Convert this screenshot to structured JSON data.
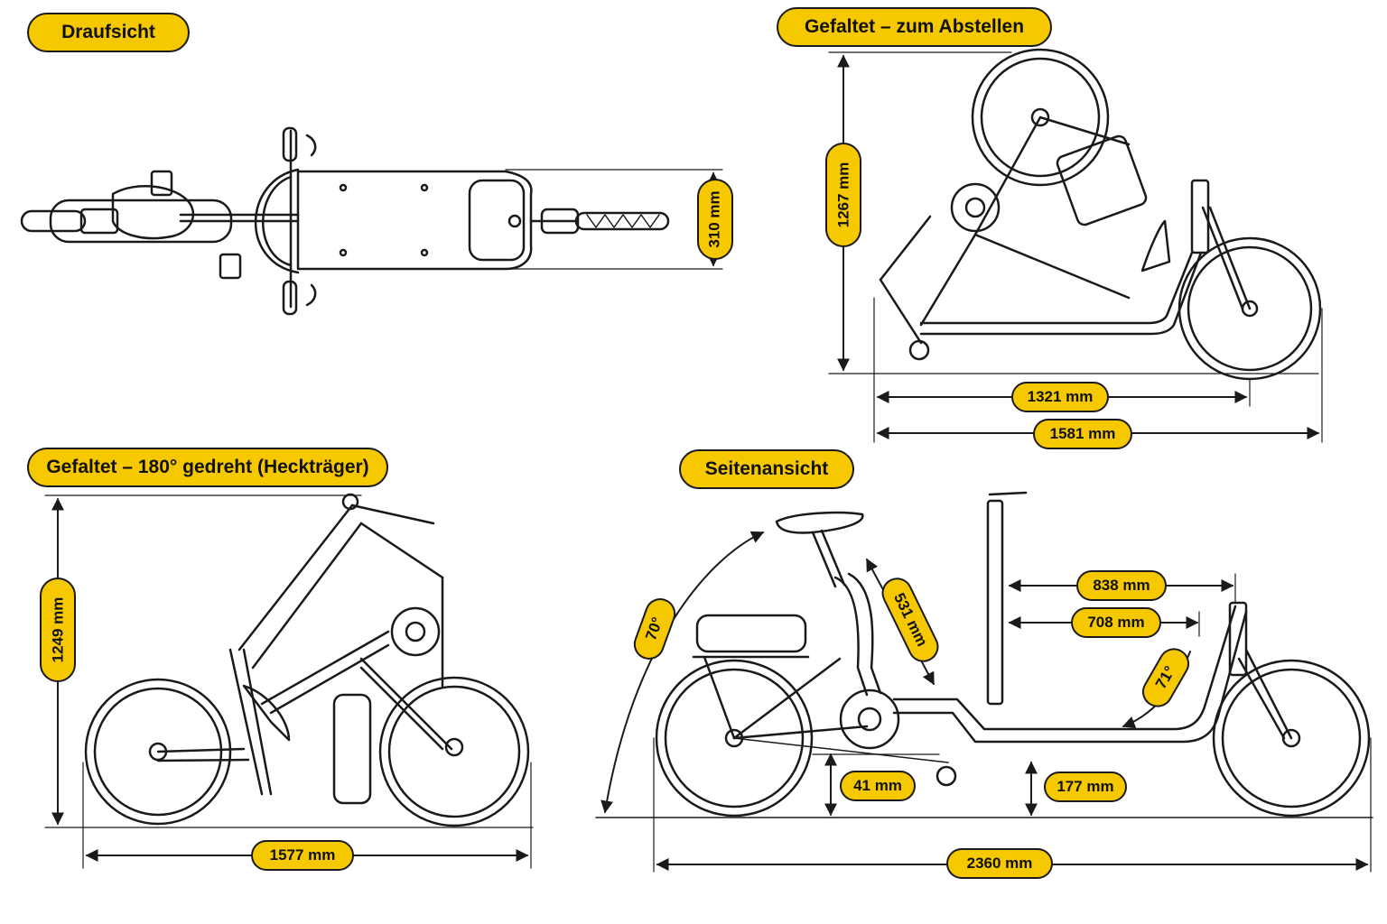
{
  "titles": {
    "top_view": "Draufsicht",
    "folded_park": "Gefaltet – zum Abstellen",
    "folded_rotated": "Gefaltet – 180° gedreht (Heckträger)",
    "side_view": "Seitenansicht"
  },
  "dimensions": {
    "top_width": "310 mm",
    "folded_park_height": "1267 mm",
    "folded_park_length_inner": "1321 mm",
    "folded_park_length_total": "1581 mm",
    "folded_rotated_height": "1249 mm",
    "folded_rotated_length": "1577 mm",
    "side_seat_tube": "531 mm",
    "side_cargo_838": "838 mm",
    "side_cargo_708": "708 mm",
    "side_angle_seat": "70°",
    "side_angle_head": "71°",
    "side_ground_41": "41 mm",
    "side_ground_177": "177 mm",
    "side_total_length": "2360 mm"
  },
  "colors": {
    "accent": "#f5c800",
    "line": "#1a1a1a"
  }
}
